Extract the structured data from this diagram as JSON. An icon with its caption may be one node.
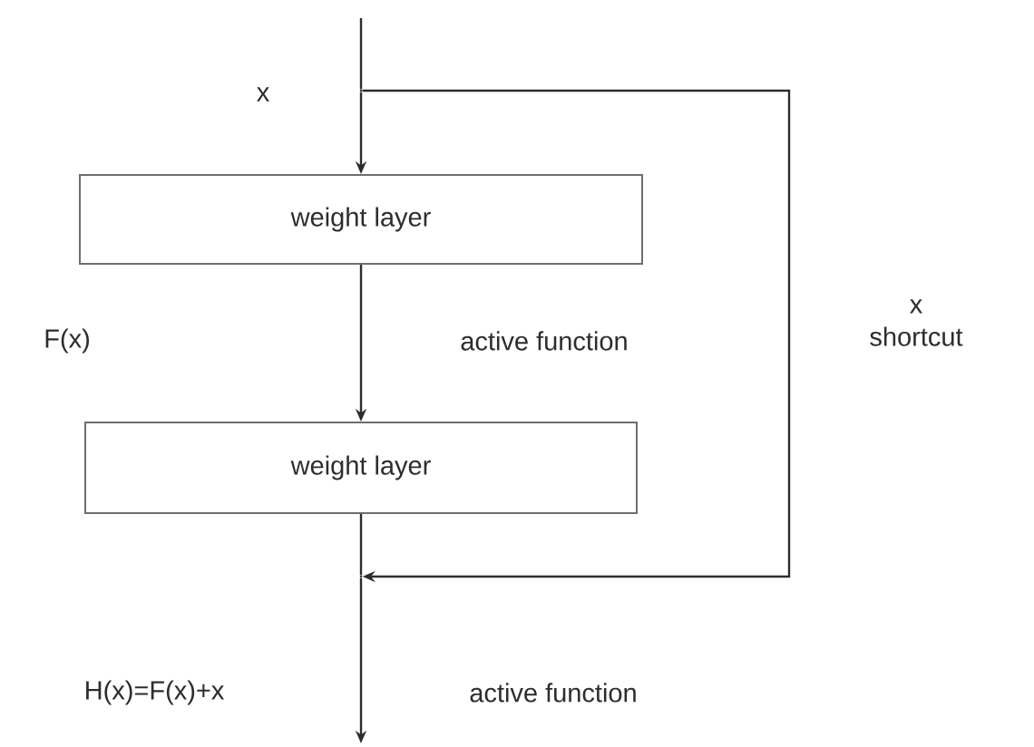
{
  "diagram": {
    "nodes": [
      {
        "text": [
          "weight layer"
        ]
      },
      {
        "text": [
          "weight layer"
        ]
      },
      {
        "text": [],
        "shape": "point"
      },
      {
        "text": [],
        "shape": "point"
      }
    ],
    "edges": [
      {
        "from": null,
        "to": 2,
        "arrow": "none"
      },
      {
        "from": 2,
        "to": 0,
        "arrow": "to"
      },
      {
        "from": 0,
        "to": 1,
        "arrow": "to",
        "label": "active function"
      },
      {
        "from": 1,
        "to": 3,
        "arrow": "none"
      },
      {
        "from": 3,
        "to": null,
        "arrow": "to",
        "label": "active function"
      },
      {
        "from": 2,
        "to": 3,
        "arrow": "to",
        "label": "x shortcut"
      }
    ],
    "labels": [
      "x",
      "F(x)",
      "H(x)=F(x)+x"
    ]
  }
}
